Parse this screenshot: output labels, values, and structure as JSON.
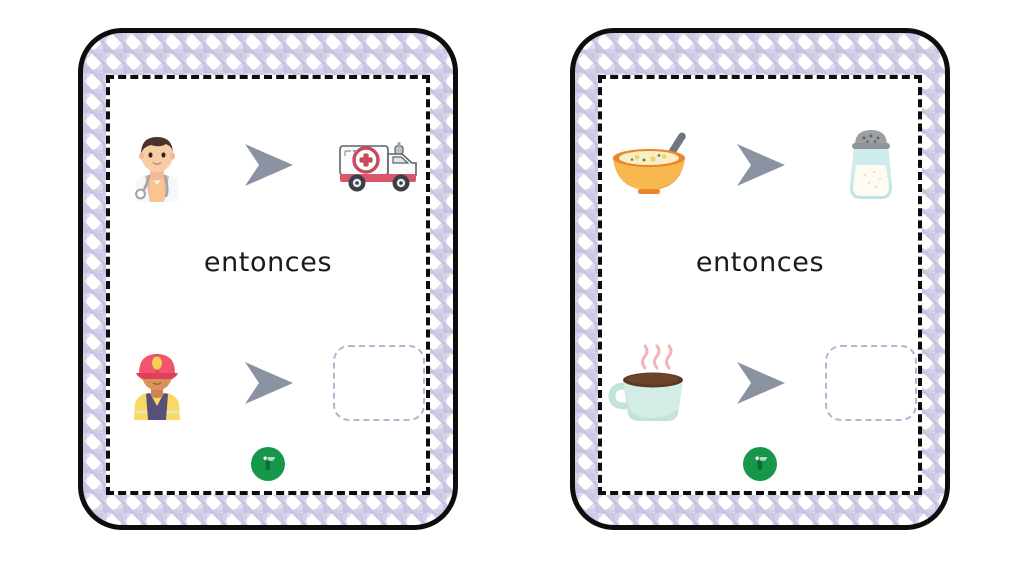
{
  "page": {
    "background_color": "#ffffff",
    "card_count": 2
  },
  "theme": {
    "card_outline_color": "#0d0d0d",
    "pattern_color": "#c6bdde",
    "pattern_name": "houndstooth",
    "inner_border_color": "#0d0d0d",
    "arrow_color": "#8b93a3",
    "dropbox_border_color": "#b9b2d0",
    "badge_color": "#17974a",
    "text_color": "#1a1a1a"
  },
  "cards": [
    {
      "id": "card-left",
      "connector_word": "entonces",
      "badge": {
        "name": "green-logo-badge",
        "color": "#17974a"
      },
      "rows": [
        {
          "id": "row-top-left",
          "cause": {
            "icon": "doctor-icon",
            "label": "doctor"
          },
          "arrow": {
            "icon": "arrow-right-icon"
          },
          "effect": {
            "icon": "ambulance-icon",
            "label": "ambulance",
            "empty": false
          }
        },
        {
          "id": "row-bottom-left",
          "cause": {
            "icon": "firefighter-icon",
            "label": "firefighter"
          },
          "arrow": {
            "icon": "arrow-right-icon"
          },
          "effect": {
            "icon": "empty-drop-slot",
            "label": "",
            "empty": true
          }
        }
      ]
    },
    {
      "id": "card-right",
      "connector_word": "entonces",
      "badge": {
        "name": "green-logo-badge",
        "color": "#17974a"
      },
      "rows": [
        {
          "id": "row-top-right",
          "cause": {
            "icon": "soup-bowl-icon",
            "label": "soup bowl"
          },
          "arrow": {
            "icon": "arrow-right-icon"
          },
          "effect": {
            "icon": "salt-shaker-icon",
            "label": "salt shaker",
            "empty": false
          }
        },
        {
          "id": "row-bottom-right",
          "cause": {
            "icon": "coffee-cup-icon",
            "label": "hot coffee cup"
          },
          "arrow": {
            "icon": "arrow-right-icon"
          },
          "effect": {
            "icon": "empty-drop-slot",
            "label": "",
            "empty": true
          }
        }
      ]
    }
  ]
}
